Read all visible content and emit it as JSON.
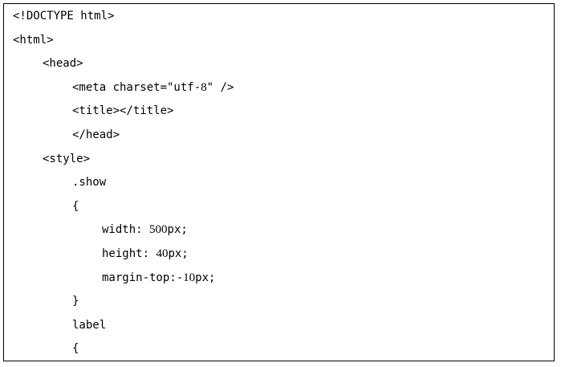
{
  "document": {
    "lines": [
      {
        "indent": 0,
        "text": "<!DOCTYPE html>"
      },
      {
        "indent": 0,
        "text": "<html>"
      },
      {
        "indent": 1,
        "text": "<head>"
      },
      {
        "indent": 2,
        "text": "<meta charset=\"utf-8\" />"
      },
      {
        "indent": 2,
        "text": "<title></title>"
      },
      {
        "indent": 2,
        "text": "</head>"
      },
      {
        "indent": 1,
        "text": "<style>"
      },
      {
        "indent": 2,
        "text": ".show"
      },
      {
        "indent": 2,
        "text": "{"
      },
      {
        "indent": 3,
        "text": "width: 500px;"
      },
      {
        "indent": 3,
        "text": "height: 40px;"
      },
      {
        "indent": 3,
        "text": "margin-top:-10px;"
      },
      {
        "indent": 2,
        "text": "}"
      },
      {
        "indent": 2,
        "text": "label"
      },
      {
        "indent": 2,
        "text": "{"
      }
    ]
  }
}
